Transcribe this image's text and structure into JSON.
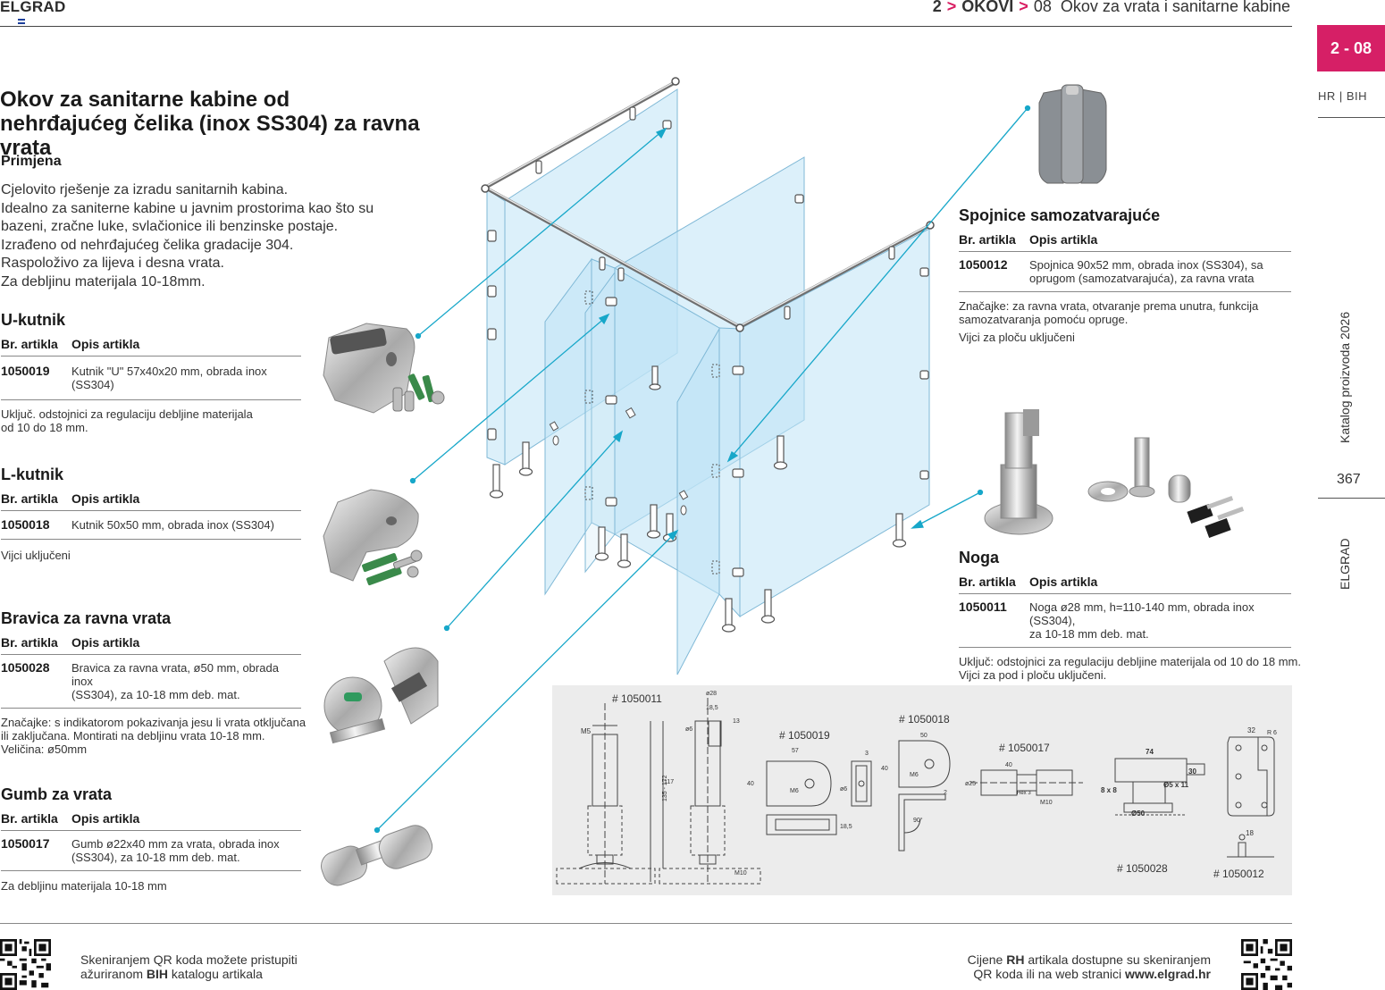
{
  "header": {
    "brand": "ELGRAD",
    "crumb_num": "2",
    "crumb_section": "OKOVI",
    "crumb_sub_num": "08",
    "crumb_sub": "Okov za vrata i sanitarne kabine",
    "sep": ">"
  },
  "sidebar": {
    "page_code": "2 - 08",
    "lang": "HR | BIH",
    "catalog": "Katalog proizvoda 2026",
    "page_number": "367",
    "brand": "ELGRAD"
  },
  "title": "Okov za sanitarne kabine od nehrđajućeg čelika (inox SS304) za ravna vrata",
  "intro": {
    "heading": "Primjena",
    "lines": [
      "Cjelovito rješenje za izradu sanitarnih kabina.",
      "Idealno za saniterne kabine u javnim prostorima kao što su",
      "bazeni, zračne luke, svlačionice ili benzinske postaje.",
      "Izrađeno od nehrđajućeg čelika gradacije 304.",
      "Raspoloživo za lijeva i desna vrata.",
      "Za debljinu materijala 10-18mm."
    ]
  },
  "table_headers": {
    "code": "Br. artikla",
    "desc": "Opis artikla"
  },
  "products": {
    "u_kutnik": {
      "title": "U-kutnik",
      "code": "1050019",
      "desc": "Kutnik \"U\" 57x40x20 mm, obrada inox (SS304)",
      "note1": "Uključ. odstojnici za regulaciju debljine materijala",
      "note2": "od 10 do 18 mm."
    },
    "l_kutnik": {
      "title": "L-kutnik",
      "code": "1050018",
      "desc": "Kutnik 50x50 mm, obrada inox (SS304)",
      "note1": "Vijci uključeni"
    },
    "bravica": {
      "title": "Bravica za ravna vrata",
      "code": "1050028",
      "desc1": "Bravica za ravna vrata, ø50 mm, obrada inox",
      "desc2": "(SS304), za 10-18 mm deb. mat.",
      "note1": "Značajke: s indikatorom pokazivanja jesu li vrata otključana",
      "note2": "ili zaključana. Montirati na debljinu vrata 10-18 mm.",
      "note3": "Veličina: ø50mm"
    },
    "gumb": {
      "title": "Gumb za vrata",
      "code": "1050017",
      "desc1": "Gumb ø22x40 mm za vrata, obrada inox",
      "desc2": "(SS304), za 10-18 mm deb. mat.",
      "note1": "Za debljinu materijala 10-18 mm"
    },
    "spojnice": {
      "title": "Spojnice samozatvarajuće",
      "code": "1050012",
      "desc1": "Spojnica 90x52 mm, obrada inox (SS304), sa",
      "desc2": "oprugom (samozatvarajuća), za ravna vrata",
      "note1": "Značajke: za ravna vrata, otvaranje prema unutra, funkcija",
      "note2": "samozatvaranja pomoću opruge.",
      "note3": "Vijci za ploču uključeni"
    },
    "noga": {
      "title": "Noga",
      "code": "1050011",
      "desc1": "Noga ø28 mm, h=110-140 mm, obrada inox (SS304),",
      "desc2": "za 10-18 mm deb. mat.",
      "note1": "Uključ: odstojnici za regulaciju debljine materijala od 10 do 18 mm.",
      "note2": "Vijci za pod i ploču uključeni."
    }
  },
  "drawings": {
    "noga_label": "# 1050011",
    "u_label": "# 1050019",
    "l_label": "# 1050018",
    "gumb_label": "# 1050017",
    "brava_label": "# 1050028",
    "spoj_label": "# 1050012",
    "dims": {
      "m5": "M5",
      "d28": "ø28",
      "d185": "18,5",
      "d13": "13",
      "d6": "ø6",
      "d117": "117",
      "d135": "135 - 172",
      "m10": "M10",
      "d57": "57",
      "d40": "40",
      "m6": "M6",
      "d3": "3",
      "d185b": "18,5",
      "d6b": "ø6",
      "d50": "50",
      "d40b": "40",
      "m6b": "M6",
      "d2": "2",
      "d90": "90°",
      "d40c": "40",
      "d25": "ø25",
      "hex": "Hex 3",
      "m10b": "M10",
      "d74": "74",
      "d30": "30",
      "d8x8": "8 x 8",
      "d5x11": "Ø5 x 11",
      "d50b": "Ø50",
      "d32": "32",
      "r6": "R 6",
      "d18": "18"
    }
  },
  "footer": {
    "left1": "Skeniranjem QR koda možete pristupiti",
    "left2_pre": "ažuriranom ",
    "left2_bold": "BIH",
    "left2_post": " katalogu artikala",
    "right1_pre": "Cijene ",
    "right1_bold": "RH",
    "right1_post": " artikala dostupne su skeniranjem",
    "right2_pre": "QR koda ili na web stranici ",
    "right2_bold": "www.elgrad.hr"
  }
}
